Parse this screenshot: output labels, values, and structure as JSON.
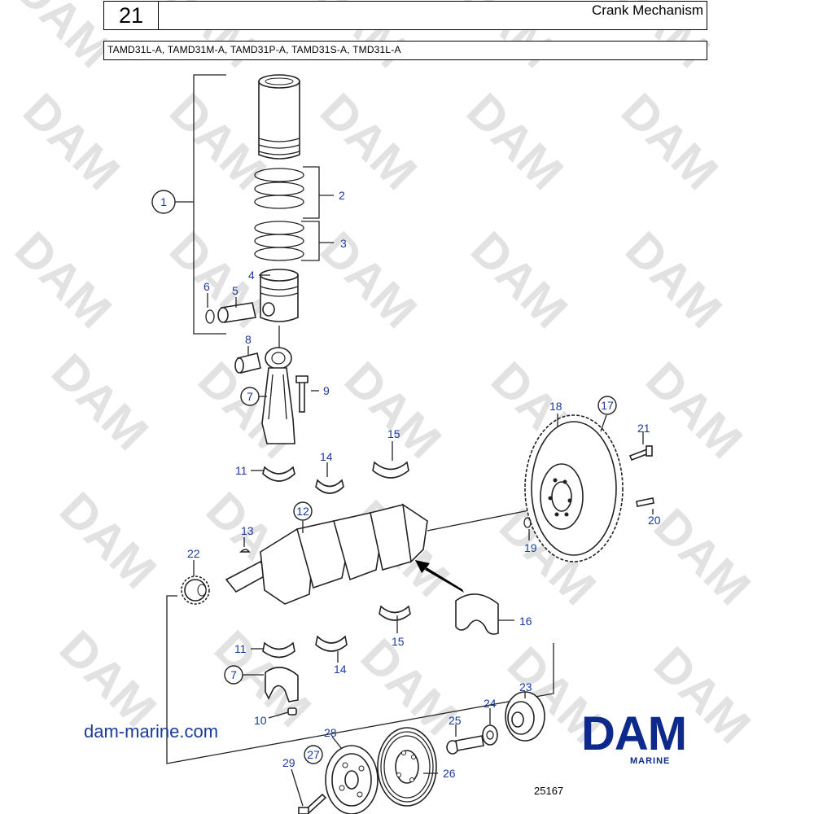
{
  "header": {
    "section_number": "21",
    "section_title": "Crank Mechanism",
    "models": "TAMD31L-A, TAMD31M-A, TAMD31P-A, TAMD31S-A, TMD31L-A"
  },
  "watermark": {
    "text": "DAM"
  },
  "callouts": {
    "c1": "1",
    "c2": "2",
    "c3": "3",
    "c4": "4",
    "c5": "5",
    "c6": "6",
    "c7a": "7",
    "c7b": "7",
    "c8": "8",
    "c9": "9",
    "c10": "10",
    "c11a": "11",
    "c11b": "11",
    "c12": "12",
    "c13": "13",
    "c14a": "14",
    "c14b": "14",
    "c15a": "15",
    "c15b": "15",
    "c16": "16",
    "c17": "17",
    "c18": "18",
    "c19": "19",
    "c20": "20",
    "c21": "21",
    "c22": "22",
    "c23": "23",
    "c24": "24",
    "c25": "25",
    "c26": "26",
    "c27": "27",
    "c28": "28",
    "c29": "29"
  },
  "footer": {
    "website": "dam-marine.com",
    "logo_text": "DAM",
    "logo_subtext": "MARINE",
    "figure_number": "25167"
  },
  "colors": {
    "callout": "#1a3a9c",
    "logo": "#0d2a8a",
    "watermark": "#e2e2e2"
  }
}
